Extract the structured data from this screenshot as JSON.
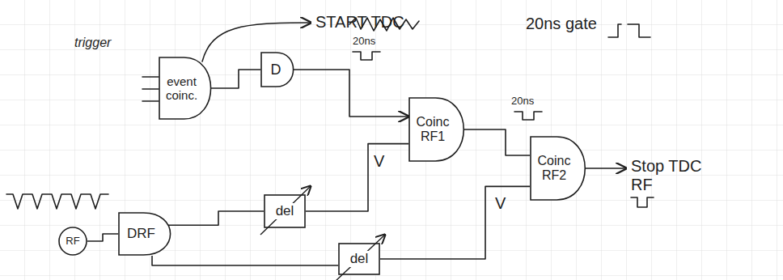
{
  "diagram": {
    "nodes": [
      {
        "text": [
          "event coinc."
        ]
      },
      {
        "text": [
          "D"
        ]
      },
      {
        "text": [
          "Coinc RF1"
        ]
      },
      {
        "text": [
          "Coinc RF2"
        ]
      },
      {
        "text": [
          "RF"
        ]
      },
      {
        "text": [
          "DRF"
        ]
      },
      {
        "text": [
          "del"
        ]
      },
      {
        "text": [
          "del"
        ]
      }
    ],
    "edges": [
      {
        "from": 0,
        "to": 1,
        "arrow": "none"
      },
      {
        "from": 1,
        "to": 2,
        "arrow": "to"
      },
      {
        "from": 2,
        "to": 3,
        "arrow": "none"
      },
      {
        "from": 4,
        "to": 5,
        "arrow": "none"
      },
      {
        "from": 5,
        "to": 6,
        "arrow": "none"
      },
      {
        "from": 5,
        "to": 7,
        "arrow": "none"
      },
      {
        "from": 6,
        "to": 2,
        "arrow": "none"
      },
      {
        "from": 7,
        "to": 3,
        "arrow": "none"
      }
    ],
    "labels": [
      "trigger",
      "START TDC",
      "20ns gate",
      "20ns",
      "20ns",
      "V",
      "V",
      "Stop TDC RF"
    ]
  }
}
